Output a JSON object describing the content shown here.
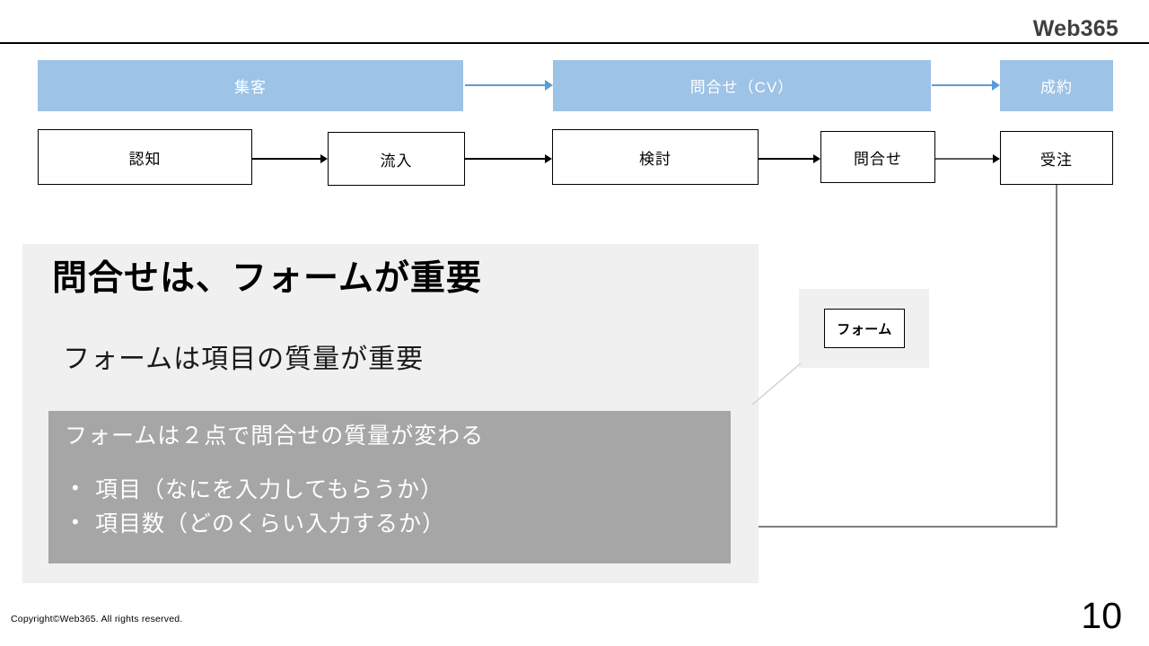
{
  "header": {
    "brand": "Web365"
  },
  "funnel": {
    "banners": [
      {
        "label": "集客"
      },
      {
        "label": "問合せ（CV）"
      },
      {
        "label": "成約"
      }
    ],
    "stages": [
      {
        "label": "認知"
      },
      {
        "label": "流入"
      },
      {
        "label": "検討"
      },
      {
        "label": "問合せ"
      },
      {
        "label": "受注"
      }
    ]
  },
  "content": {
    "title": "問合せは、フォームが重要",
    "subtitle": "フォームは項目の質量が重要",
    "callout_box": {
      "lead": "フォームは２点で問合せの質量が変わる",
      "bullets": [
        "項目（なにを入力してもらうか）",
        "項目数（どのくらい入力するか）"
      ]
    }
  },
  "form_callout": {
    "label": "フォーム"
  },
  "footer": {
    "copyright": "Copyright©Web365. All rights reserved.",
    "page_number": "10"
  },
  "colors": {
    "banner_blue": "#9dc3e6",
    "arrow_blue": "#5b9bd5",
    "panel_gray": "#f0f0f0",
    "callout_gray": "#a6a6a6",
    "connector_gray": "#808080",
    "brand_gray": "#3f3f3f"
  }
}
